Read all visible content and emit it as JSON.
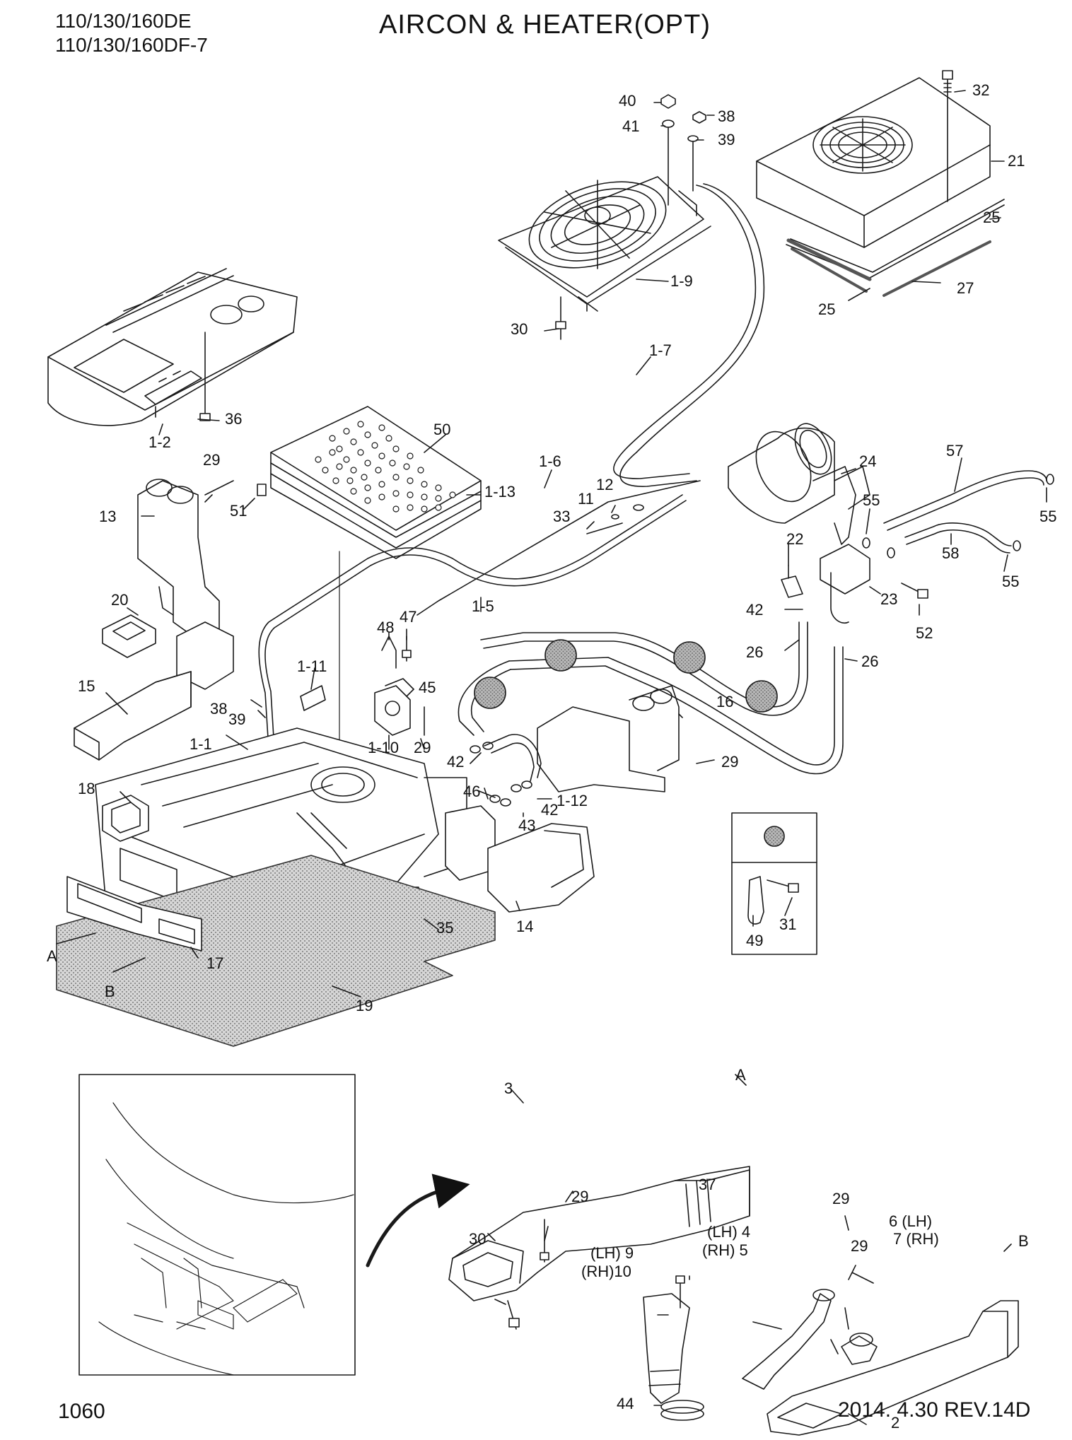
{
  "header": {
    "model_line_1": "110/130/160DE",
    "model_line_2": "110/130/160DF-7",
    "title": "AIRCON & HEATER(OPT)"
  },
  "footer": {
    "page_number": "1060",
    "revision": "2014. 4.30  REV.14D"
  },
  "callouts": {
    "c32": "32",
    "c21": "21",
    "c25a": "25",
    "c27": "27",
    "c25b": "25",
    "c40": "40",
    "c41": "41",
    "c38a": "38",
    "c39a": "39",
    "c1_9": "1-9",
    "c30a": "30",
    "c1_7": "1-7",
    "c36": "36",
    "c1_2": "1-2",
    "c50": "50",
    "c1_13": "1-13",
    "c29a": "29",
    "c51": "51",
    "c13": "13",
    "c20": "20",
    "c15": "15",
    "c1_6": "1-6",
    "c12": "12",
    "c11": "11",
    "c33": "33",
    "c1_5": "1-5",
    "c24": "24",
    "c57": "57",
    "c55a": "55",
    "c55b": "55",
    "c55c": "55",
    "c22": "22",
    "c58": "58",
    "c23": "23",
    "c52": "52",
    "c42a": "42",
    "c26a": "26",
    "c26b": "26",
    "c47": "47",
    "c48": "48",
    "c45": "45",
    "c1_11": "1-11",
    "c38b": "38",
    "c39b": "39",
    "c1_10": "1-10",
    "c29b": "29",
    "c16": "16",
    "c29c": "29",
    "c1_1": "1-1",
    "c42b": "42",
    "c46": "46",
    "c1_12": "1-12",
    "c42c": "42",
    "c43": "43",
    "c18": "18",
    "c35": "35",
    "c14": "14",
    "cA": "A",
    "c17": "17",
    "cB": "B",
    "c19": "19",
    "c31": "31",
    "c49": "49",
    "c3": "3",
    "cA2": "A",
    "c29d": "29",
    "c30b": "30",
    "c37": "37",
    "c9": "(LH) 9",
    "c10": "(RH)10",
    "c4": "(LH) 4",
    "c5": "(RH) 5",
    "c29e": "29",
    "c29f": "29",
    "c6": "6 (LH)",
    "c7": "7 (RH)",
    "cB2": "B",
    "c44": "44",
    "c2": "2"
  },
  "colors": {
    "line": "#1a1a1a",
    "shaded_pad": "#c8c8c8",
    "stipple": "#9a9a9a",
    "hose_marker": "#a8a8a8"
  }
}
